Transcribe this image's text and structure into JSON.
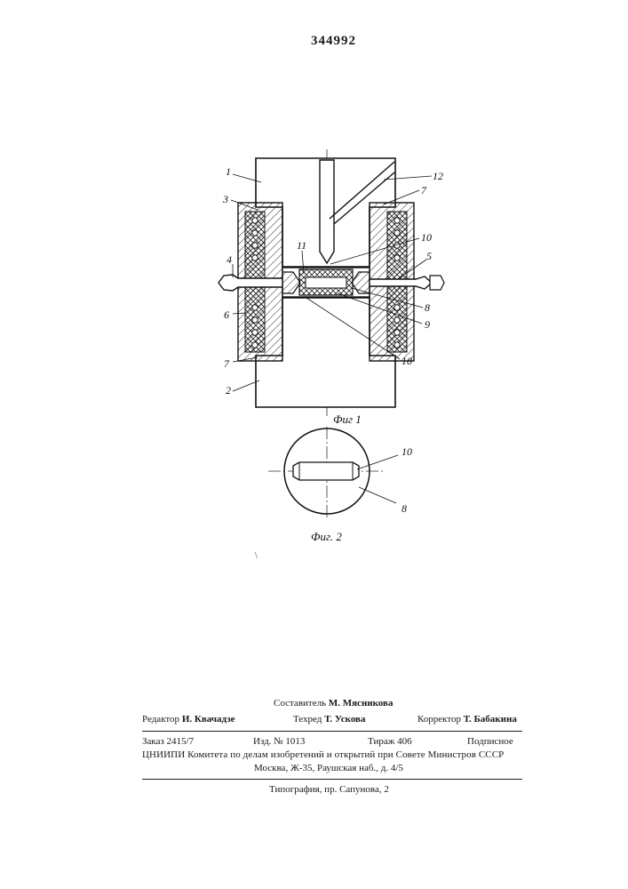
{
  "document": {
    "patent_number": "344992"
  },
  "figures": {
    "fig1_caption": "Фиг 1",
    "fig2_caption": "Фиг. 2",
    "fig1_callouts": [
      "1",
      "12",
      "3",
      "7",
      "10",
      "4",
      "11",
      "5",
      "6",
      "8",
      "9",
      "7",
      "10",
      "2"
    ],
    "fig2_callouts": [
      "10",
      "8"
    ]
  },
  "footer": {
    "compiler_label": "Составитель",
    "compiler_name": "М. Мясникова",
    "editor_label": "Редактор",
    "editor_name": "И. Квачадзе",
    "techred_label": "Техред",
    "techred_name": "Т. Ускова",
    "corrector_label": "Корректор",
    "corrector_name": "Т. Бабакина",
    "order": "Заказ 2415/7",
    "edition": "Изд. № 1013",
    "circulation": "Тираж 406",
    "subscription": "Подписное",
    "org_line": "ЦНИИПИ Комитета по делам изобретений и открытий при Совете Министров СССР",
    "address": "Москва, Ж-35, Раушская наб., д. 4/5",
    "printing": "Типография, пр. Сапунова, 2"
  }
}
